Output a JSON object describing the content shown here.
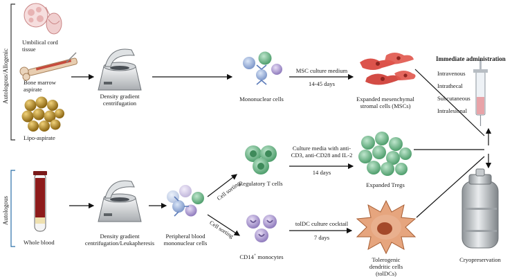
{
  "groups": {
    "top": "Autologous/Allogenic",
    "bottom": "Autologous"
  },
  "sources": {
    "umbilical_cord": [
      "Umbilical cord",
      "tissue"
    ],
    "bone_marrow": [
      "Bone marrow",
      "aspirate"
    ],
    "lipo": "Lipo-aspirate",
    "whole_blood": "Whole blood"
  },
  "centrifugation": {
    "top": [
      "Density gradient",
      "centrifugation"
    ],
    "bottom": [
      "Density gradient",
      "centrifugation/Leukapheresis"
    ]
  },
  "cells": {
    "mononuclear": "Mononuclear cells",
    "pbmc": [
      "Peripheral blood",
      "mononuclear cells"
    ],
    "tregs": "Regulatory T cells",
    "cd14": "CD14",
    "cd14_sup": "+",
    "cd14_suffix": " monocytes",
    "expanded_mscs": [
      "Expanded mesenchymal",
      "stromal cells (MSCs)"
    ],
    "expanded_tregs": "Expanded Tregs",
    "toldcs": [
      "Tolerogenic",
      "dendritic cells",
      "(tolDCs)"
    ]
  },
  "steps": {
    "msc_medium": "MSC culture medium",
    "msc_days": "14-45 days",
    "treg_media": [
      "Culture media with anti-",
      "CD3, anti-CD28 and IL-2"
    ],
    "treg_days": "14 days",
    "toldc_cocktail": "tolDC culture cocktail",
    "toldc_days": "7 days",
    "cell_sorting": "Cell sorting"
  },
  "administration": {
    "title": "Immediate administration",
    "routes": [
      "Intravenous",
      "Intrathecal",
      "Subcutaneous",
      "Intralesional"
    ]
  },
  "cryo": "Cryopreservation",
  "colors": {
    "msc_red": "#d9443c",
    "treg_green": "#5dae7d",
    "monocyte_purple": "#9b86c4",
    "dc_orange": "#d98a5a",
    "blood_red": "#8e1b1b",
    "fat_gold": "#b98c2a",
    "bracket_blue": "#2a6fa8"
  }
}
